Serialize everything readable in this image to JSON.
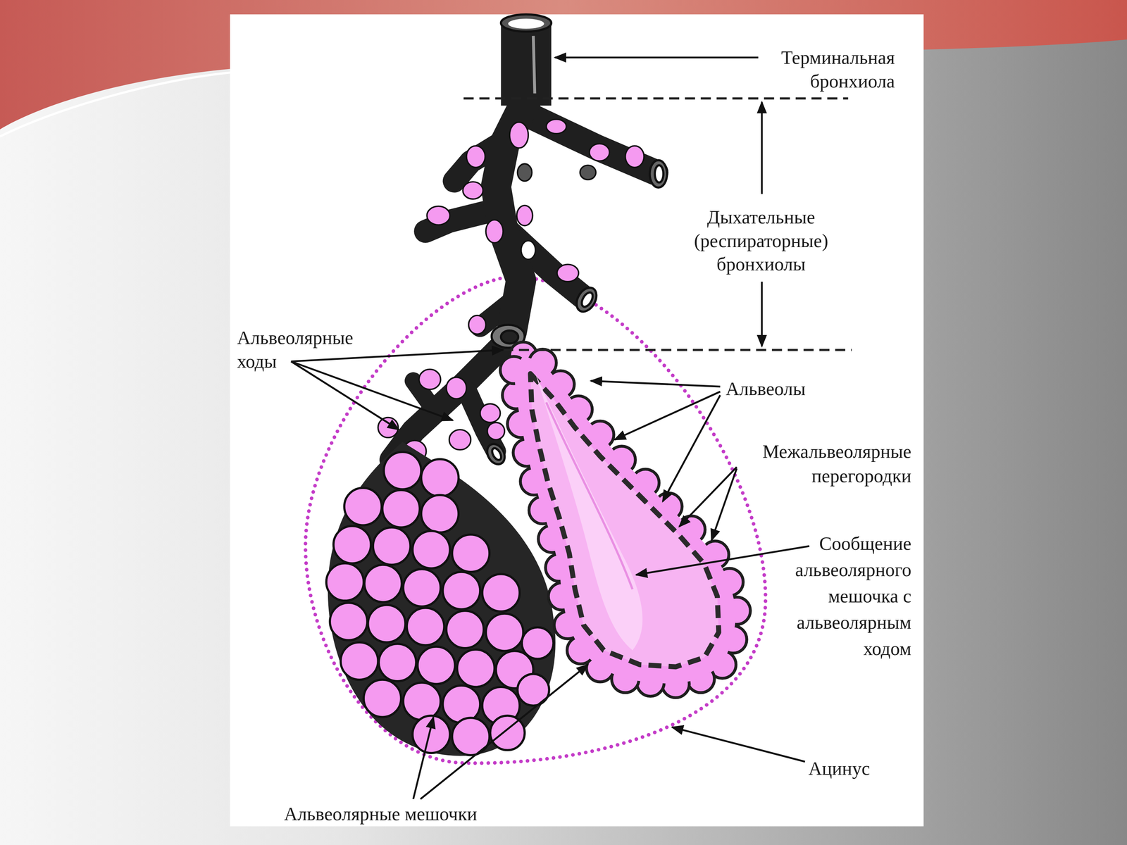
{
  "diagram": {
    "labels": [
      "Терминальная бронхиола",
      "Дыхательные (респираторные) бронхиолы",
      "Альвеолярные ходы",
      "Альвеолы",
      "Межальвеолярные перегородки",
      "Сообщение альвеолярного мешочка с альвеолярным ходом",
      "Ацинус",
      "Альвеолярные мешочки"
    ]
  }
}
